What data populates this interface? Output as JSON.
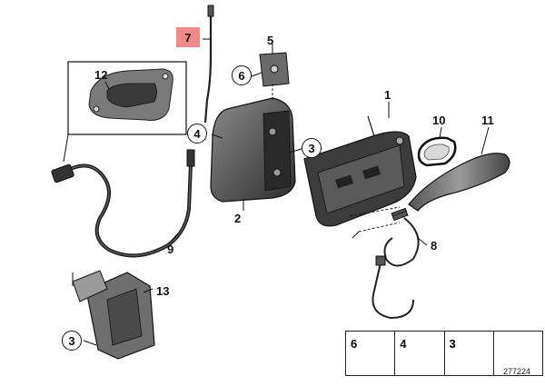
{
  "labels": {
    "l1": "1",
    "l2": "2",
    "l3a": "3",
    "l3b": "3",
    "l4": "4",
    "l5": "5",
    "l6": "6",
    "l7": "7",
    "l8": "8",
    "l9": "9",
    "l10": "10",
    "l11": "11",
    "l12": "12",
    "l13": "13"
  },
  "legend": {
    "items": [
      "6",
      "4",
      "3"
    ]
  },
  "ref_code": "277224",
  "colors": {
    "highlight": "#f08a8a",
    "part_dark": "#3a3a3a",
    "part_mid": "#6a6a6a",
    "part_light": "#a8a8a8"
  }
}
